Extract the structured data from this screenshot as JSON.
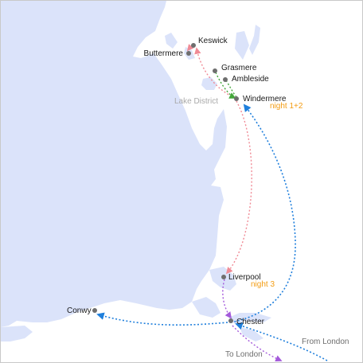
{
  "map": {
    "colors": {
      "sea": "#dbe3fa",
      "land": "#ffffff",
      "route_blue": "#1f7fdc",
      "route_pink": "#f08a95",
      "route_green": "#43a83a",
      "route_purple": "#a45adb",
      "town_dot": "#6e6e6e",
      "night_label": "#f39c12"
    },
    "places": {
      "keswick": "Keswick",
      "buttermere": "Buttermere",
      "grasmere": "Grasmere",
      "ambleside": "Ambleside",
      "windermere": "Windermere",
      "liverpool": "Liverpool",
      "chester": "Chester",
      "conwy": "Conwy"
    },
    "region_label": "Lake District",
    "nights": {
      "windermere": "night 1+2",
      "liverpool": "night 3"
    },
    "directions": {
      "from_london": "From London",
      "to_london": "To London"
    }
  }
}
